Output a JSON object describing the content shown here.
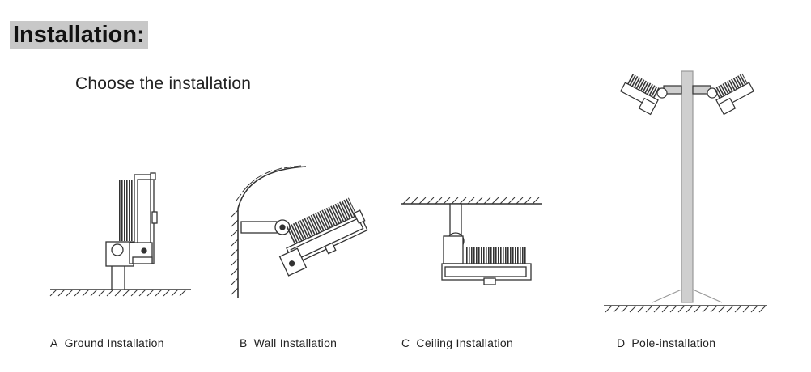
{
  "header": {
    "title": "Installation:"
  },
  "intro": {
    "subtitle": "Choose the installation"
  },
  "methods": [
    {
      "letter": "A",
      "label": "Ground Installation",
      "icon": "ground-installation-icon"
    },
    {
      "letter": "B",
      "label": "Wall Installation",
      "icon": "wall-installation-icon"
    },
    {
      "letter": "C",
      "label": "Ceiling Installation",
      "icon": "ceiling-installation-icon"
    },
    {
      "letter": "D",
      "label": "Pole-installation",
      "icon": "pole-installation-icon"
    }
  ],
  "colors": {
    "title_bg": "#c8c8c8",
    "line": "#333333",
    "pole": "#cfcfcf"
  }
}
